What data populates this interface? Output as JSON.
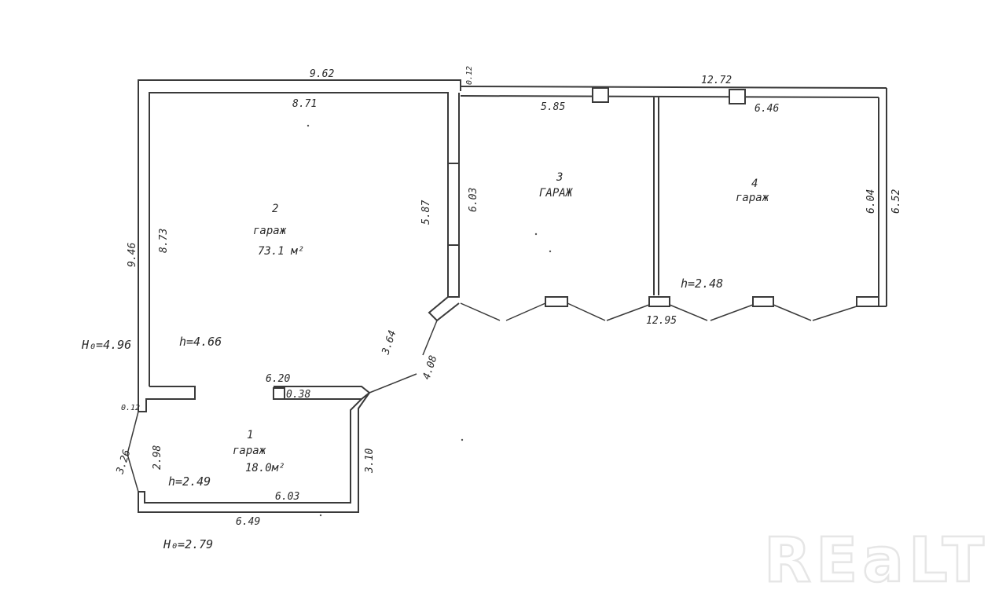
{
  "plan": {
    "watermark": "REaLT",
    "rooms": [
      {
        "number": "1",
        "name": "гараж",
        "area": "18.0м²"
      },
      {
        "number": "2",
        "name": "гараж",
        "area": "73.1 м²"
      },
      {
        "number": "3",
        "name": "ГАРАЖ"
      },
      {
        "number": "4",
        "name": "гараж"
      }
    ],
    "heights": {
      "room2": "h=4.66",
      "room1": "h=2.49",
      "room4": "h=2.48",
      "ho_main": "H₀=4.96",
      "ho_lower": "H₀=2.79"
    },
    "dimensions": {
      "top_outer": "9.62",
      "top_inner": "8.71",
      "wall_thickness_top": "0.12",
      "right_top_outer": "12.72",
      "room3_top": "5.85",
      "room4_top": "6.46",
      "left_outer": "9.46",
      "left_inner": "8.73",
      "room2_right": "5.87",
      "room3_left": "6.03",
      "room4_right_inner": "6.04",
      "right_outer": "6.52",
      "front_bottom": "12.95",
      "diag_inner": "3.64",
      "diag_outer": "4.08",
      "room1_top": "6.20",
      "room1_wall": "0.38",
      "wall_thickness_low": "0.12",
      "room1_left_outer": "3.26",
      "room1_left_inner": "2.98",
      "room1_right": "3.10",
      "room1_bottom_inner": "6.03",
      "room1_bottom_outer": "6.49"
    }
  }
}
